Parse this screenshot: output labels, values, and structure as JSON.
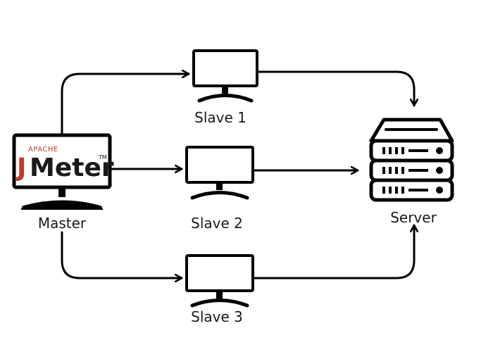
{
  "nodes": {
    "master": {
      "label": "Master"
    },
    "slave1": {
      "label": "Slave 1"
    },
    "slave2": {
      "label": "Slave 2"
    },
    "slave3": {
      "label": "Slave 3"
    },
    "server": {
      "label": "Server"
    }
  },
  "logo": {
    "apache": "APACHE",
    "j": "J",
    "meter": "Meter",
    "tm": "TM"
  },
  "colors": {
    "stroke": "#000000",
    "logo_accent": "#c0392b"
  },
  "icons": {
    "master": "monitor-icon",
    "slave": "monitor-icon",
    "server": "server-rack-icon"
  }
}
